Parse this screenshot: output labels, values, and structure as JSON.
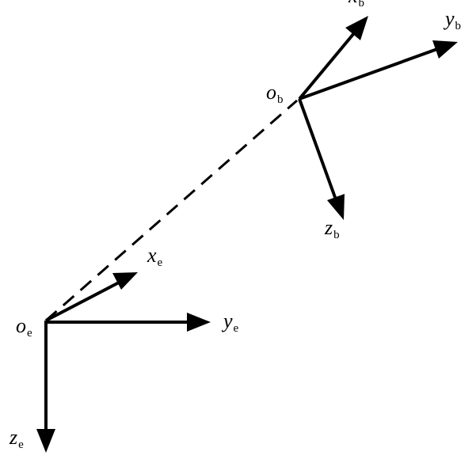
{
  "frames": {
    "earth": {
      "origin": {
        "symbol": "o",
        "subscript": "e"
      },
      "x_axis": {
        "symbol": "x",
        "subscript": "e"
      },
      "y_axis": {
        "symbol": "y",
        "subscript": "e"
      },
      "z_axis": {
        "symbol": "z",
        "subscript": "e"
      }
    },
    "body": {
      "origin": {
        "symbol": "o",
        "subscript": "b"
      },
      "x_axis": {
        "symbol": "x",
        "subscript": "b"
      },
      "y_axis": {
        "symbol": "y",
        "subscript": "b"
      },
      "z_axis": {
        "symbol": "z",
        "subscript": "b"
      }
    }
  }
}
